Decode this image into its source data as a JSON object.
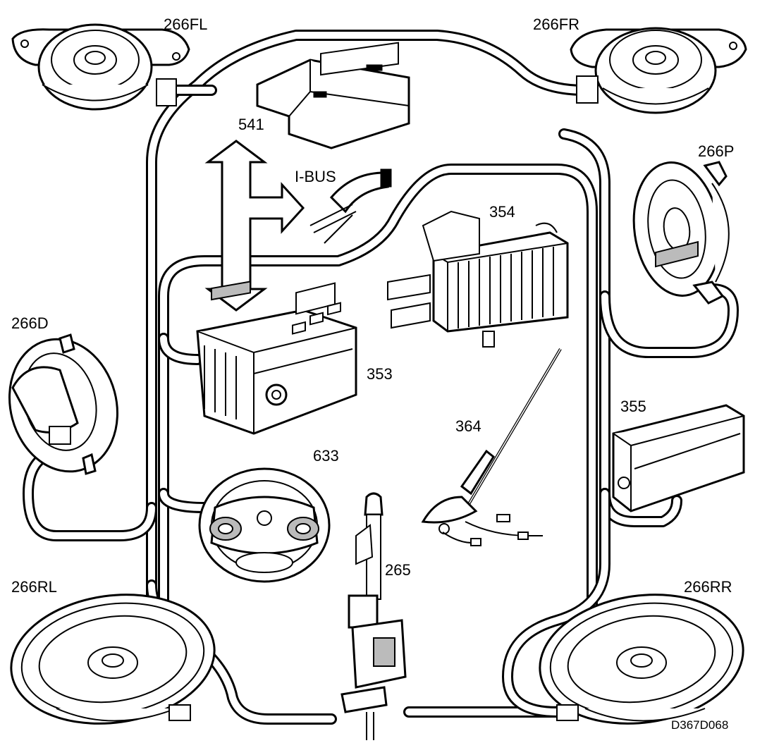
{
  "labels": {
    "speaker_front_left": "266FL",
    "speaker_front_right": "266FR",
    "speaker_p": "266P",
    "speaker_d": "266D",
    "speaker_rear_left": "266RL",
    "speaker_rear_right": "266RR",
    "info_display": "541",
    "i_bus": "I-BUS",
    "amplifier": "354",
    "radio": "353",
    "cd_changer": "355",
    "antenna_rod": "364",
    "steering_wheel": "633",
    "power_antenna": "265",
    "drawing_code": "D367D068"
  }
}
